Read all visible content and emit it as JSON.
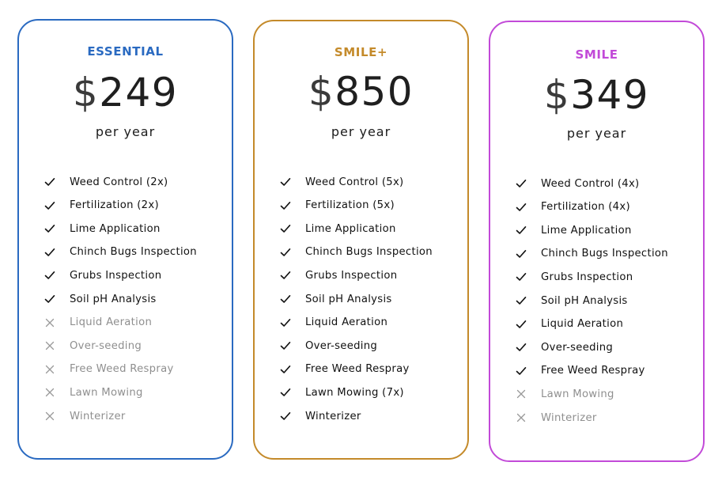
{
  "plans": [
    {
      "id": "essential",
      "name": "ESSENTIAL",
      "color": "#2a6ac1",
      "price": "$249",
      "currency": "$",
      "amount": "249",
      "period": "per year",
      "features": [
        {
          "label": "Weed Control (2x)",
          "included": true
        },
        {
          "label": "Fertilization (2x)",
          "included": true
        },
        {
          "label": "Lime Application",
          "included": true
        },
        {
          "label": "Chinch Bugs Inspection",
          "included": true
        },
        {
          "label": "Grubs Inspection",
          "included": true
        },
        {
          "label": "Soil pH Analysis",
          "included": true
        },
        {
          "label": "Liquid Aeration",
          "included": false
        },
        {
          "label": "Over-seeding",
          "included": false
        },
        {
          "label": "Free Weed Respray",
          "included": false
        },
        {
          "label": "Lawn Mowing",
          "included": false
        },
        {
          "label": "Winterizer",
          "included": false
        }
      ]
    },
    {
      "id": "smileplus",
      "name": "SMILE+",
      "color": "#c48a2a",
      "price": "$850",
      "currency": "$",
      "amount": "850",
      "period": "per year",
      "features": [
        {
          "label": "Weed Control (5x)",
          "included": true
        },
        {
          "label": "Fertilization (5x)",
          "included": true
        },
        {
          "label": "Lime Application",
          "included": true
        },
        {
          "label": "Chinch Bugs Inspection",
          "included": true
        },
        {
          "label": "Grubs Inspection",
          "included": true
        },
        {
          "label": "Soil pH Analysis",
          "included": true
        },
        {
          "label": "Liquid Aeration",
          "included": true
        },
        {
          "label": "Over-seeding",
          "included": true
        },
        {
          "label": "Free Weed Respray",
          "included": true
        },
        {
          "label": "Lawn Mowing (7x)",
          "included": true
        },
        {
          "label": "Winterizer",
          "included": true
        }
      ]
    },
    {
      "id": "smile",
      "name": "SMILE",
      "color": "#c24ad8",
      "price": "$349",
      "currency": "$",
      "amount": "349",
      "period": "per year",
      "features": [
        {
          "label": "Weed Control (4x)",
          "included": true
        },
        {
          "label": "Fertilization (4x)",
          "included": true
        },
        {
          "label": "Lime Application",
          "included": true
        },
        {
          "label": "Chinch Bugs Inspection",
          "included": true
        },
        {
          "label": "Grubs Inspection",
          "included": true
        },
        {
          "label": "Soil pH Analysis",
          "included": true
        },
        {
          "label": "Liquid Aeration",
          "included": true
        },
        {
          "label": "Over-seeding",
          "included": true
        },
        {
          "label": "Free Weed Respray",
          "included": true
        },
        {
          "label": "Lawn Mowing",
          "included": false
        },
        {
          "label": "Winterizer",
          "included": false
        }
      ]
    }
  ],
  "icons": {
    "included": "check-icon",
    "excluded": "x-icon"
  }
}
